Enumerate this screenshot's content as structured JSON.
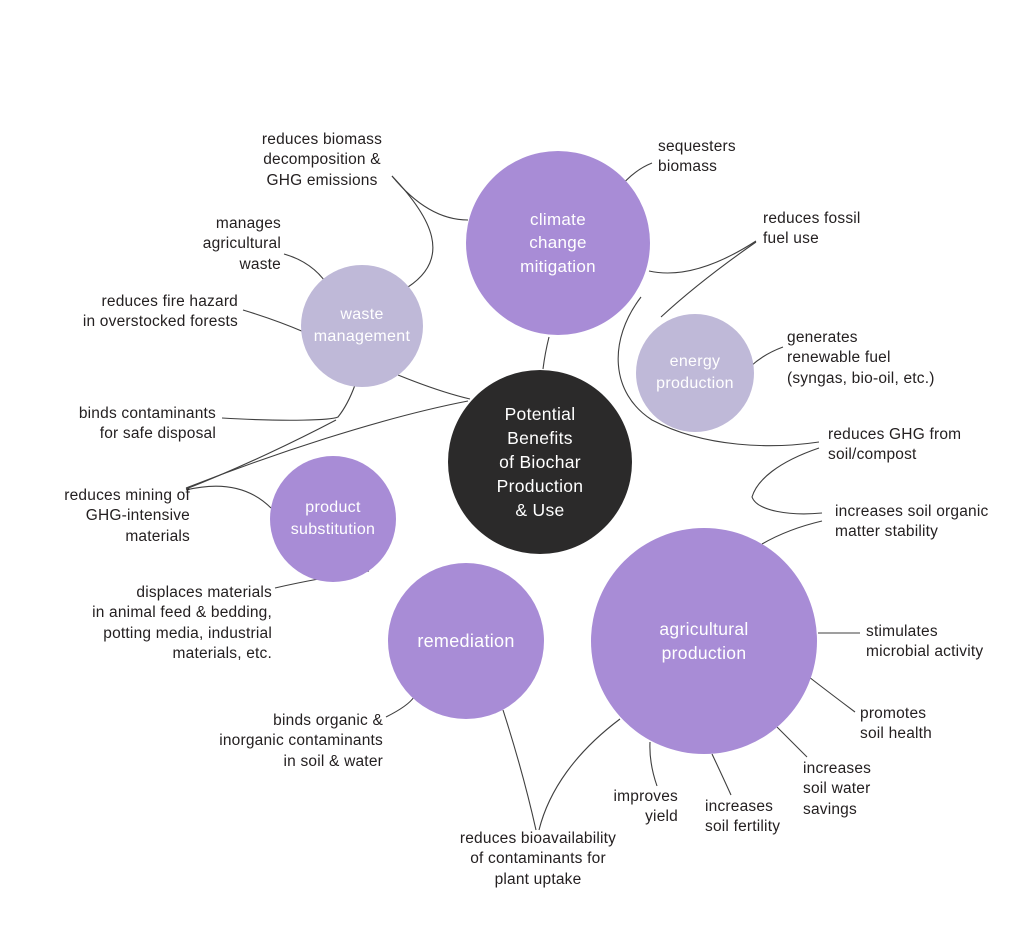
{
  "diagram": {
    "title": "Potential\nBenefits\nof Biochar\nProduction\n& Use",
    "colors": {
      "primary_purple": "#a88cd6",
      "light_lavender": "#bfb9d8",
      "center_dark": "#2b2a2a",
      "line": "#3f3f3f",
      "text": "#242021",
      "background": "#ffffff"
    },
    "circles": {
      "climate": {
        "label": "climate\nchange\nmitigation"
      },
      "waste": {
        "label": "waste\nmanagement"
      },
      "energy": {
        "label": "energy\nproduction"
      },
      "product": {
        "label": "product\nsubstitution"
      },
      "remediation": {
        "label": "remediation"
      },
      "agricultural": {
        "label": "agricultural\nproduction"
      }
    },
    "benefits": {
      "reduces_biomass": "reduces biomass\ndecomposition &\nGHG emissions",
      "sequesters_biomass": "sequesters\nbiomass",
      "manages_waste": "manages\nagricultural\nwaste",
      "reduces_fossil": "reduces fossil\nfuel use",
      "fire_hazard": "reduces fire hazard\nin overstocked forests",
      "renewable_fuel": "generates\nrenewable fuel\n(syngas, bio-oil, etc.)",
      "binds_contaminants": "binds contaminants\nfor safe disposal",
      "ghg_soil": "reduces GHG from\nsoil/compost",
      "reduces_mining": "reduces mining of\nGHG-intensive\nmaterials",
      "soil_organic": "increases soil organic\nmatter stability",
      "displaces_materials": "displaces materials\nin animal feed & bedding,\npotting media, industrial\nmaterials, etc.",
      "stimulates_microbial": "stimulates\nmicrobial activity",
      "binds_organic": "binds organic &\ninorganic contaminants\nin soil & water",
      "promotes_health": "promotes\nsoil health",
      "water_savings": "increases\nsoil water\nsavings",
      "improves_yield": "improves\nyield",
      "soil_fertility": "increases\nsoil fertility",
      "bioavailability": "reduces bioavailability\nof contaminants for\nplant uptake"
    }
  }
}
